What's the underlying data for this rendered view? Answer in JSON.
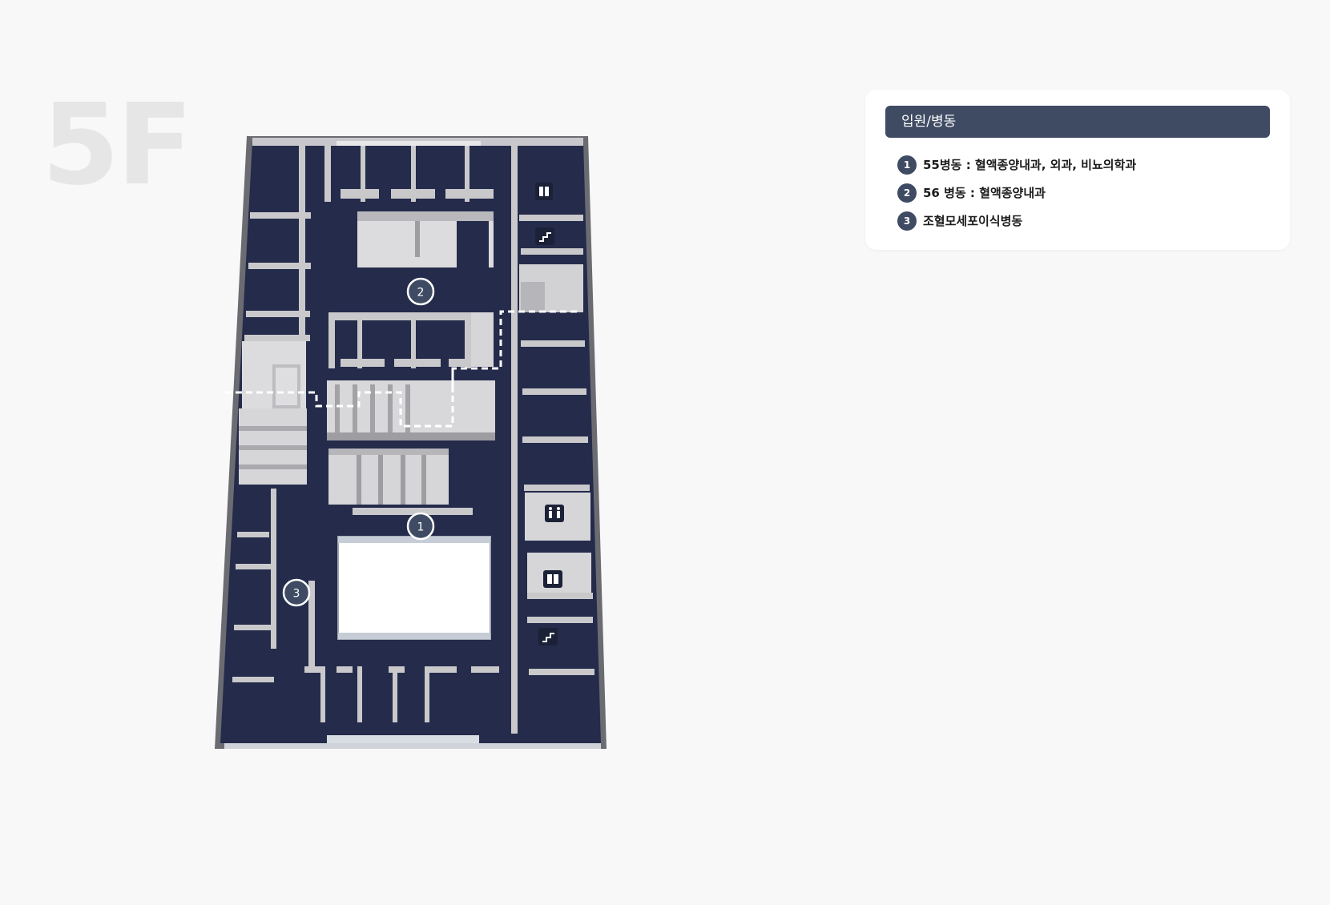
{
  "floor": {
    "label": "5F"
  },
  "legend": {
    "title": "입원/병동",
    "items": [
      {
        "number": "1",
        "label": "55병동 : 혈액종양내과, 외과, 비뇨의학과"
      },
      {
        "number": "2",
        "label": "56 병동 : 혈액종양내과"
      },
      {
        "number": "3",
        "label": "조혈모세포이식병동"
      }
    ]
  },
  "map": {
    "markers": [
      {
        "number": "1"
      },
      {
        "number": "2"
      },
      {
        "number": "3"
      }
    ],
    "facility_icons": [
      "elevator-icon",
      "stairs-icon",
      "restroom-icon",
      "elevator-icon",
      "stairs-icon"
    ]
  },
  "colors": {
    "floor_fill": "#252b4a",
    "wall_light": "#d4d4d6",
    "wall_dark": "#6b6c72",
    "room_grey": "#e2e2e4",
    "accent": "#3e4b63",
    "background": "#f8f8f8",
    "floor_label": "#e6e6e6"
  }
}
